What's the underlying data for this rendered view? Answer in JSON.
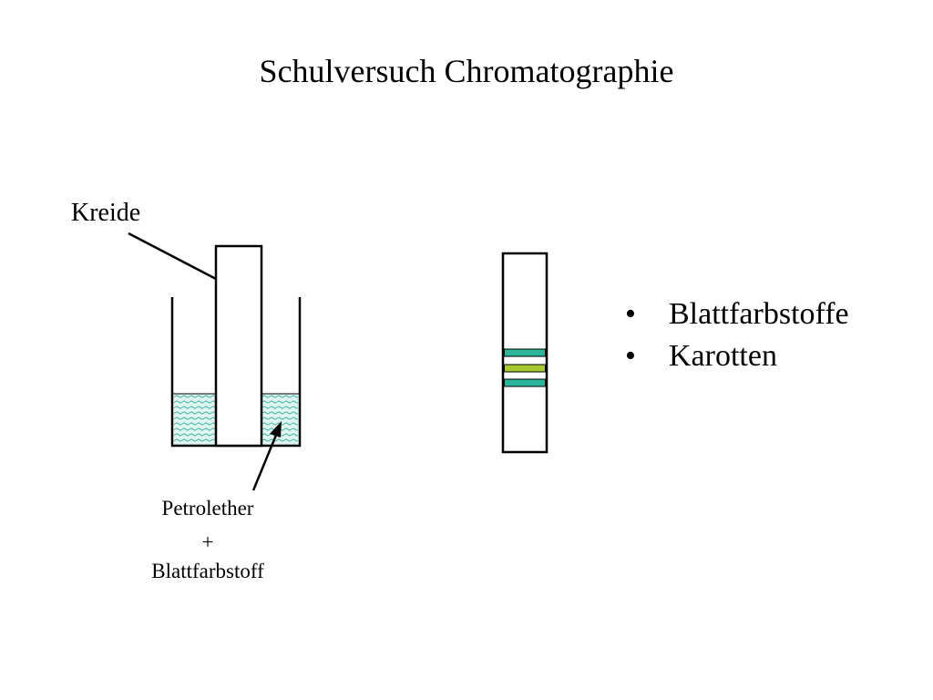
{
  "slide": {
    "title": "Schulversuch Chromatographie"
  },
  "diagram": {
    "chalk_label": "Kreide",
    "solvent_caption": {
      "line1": "Petrolether",
      "line2": "+",
      "line3": "Blattfarbstoff"
    },
    "colors": {
      "liquid_fill": "#dff5f0",
      "wave": "#3fb6a4",
      "band_green": "#2bb59a",
      "band_yellow": "#a8c832"
    },
    "bands": [
      "teal",
      "yellow-green",
      "teal"
    ]
  },
  "bullets": {
    "items": [
      {
        "marker": "•",
        "text": "Blattfarbstoffe"
      },
      {
        "marker": "•",
        "text": "Karotten"
      }
    ]
  }
}
